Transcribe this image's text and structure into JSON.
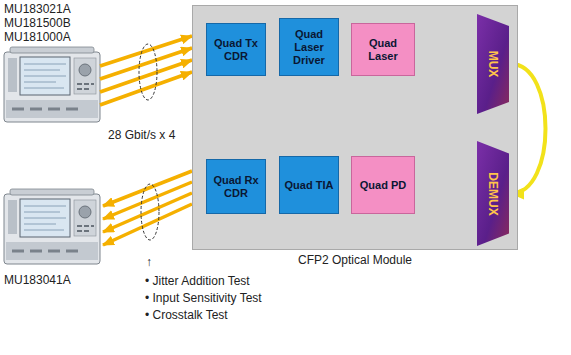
{
  "diagram": {
    "nodes": [
      {
        "text": [
          "CFP2 Optical Module"
        ]
      },
      {
        "text": [
          "Quad Tx CDR"
        ],
        "in": 0
      },
      {
        "text": [
          "Quad Laser Driver"
        ],
        "in": 0
      },
      {
        "text": [
          "Quad Laser"
        ],
        "in": 0
      },
      {
        "text": [
          "MUX"
        ],
        "in": 0
      },
      {
        "text": [
          "Quad Rx CDR"
        ],
        "in": 0
      },
      {
        "text": [
          "Quad TIA"
        ],
        "in": 0
      },
      {
        "text": [
          "Quad PD"
        ],
        "in": 0
      },
      {
        "text": [
          "DEMUX"
        ],
        "in": 0
      }
    ],
    "edges": [
      {
        "from": 1,
        "to": 2,
        "arrow": "to"
      },
      {
        "from": 2,
        "to": 3,
        "arrow": "to"
      },
      {
        "from": 3,
        "to": 4,
        "arrow": "to"
      },
      {
        "from": 4,
        "to": 8,
        "arrow": "to"
      },
      {
        "from": 8,
        "to": 7,
        "arrow": "to"
      },
      {
        "from": 7,
        "to": 6,
        "arrow": "to"
      },
      {
        "from": 6,
        "to": 5,
        "arrow": "to"
      }
    ],
    "labels": [
      "MU183021A",
      "MU181500B",
      "MU181000A",
      "28 Gbit/s x 4",
      "MU183041A",
      "↑",
      "• Jitter Addition Test",
      "• Input Sensitivity Test",
      "• Crosstalk Test"
    ]
  }
}
